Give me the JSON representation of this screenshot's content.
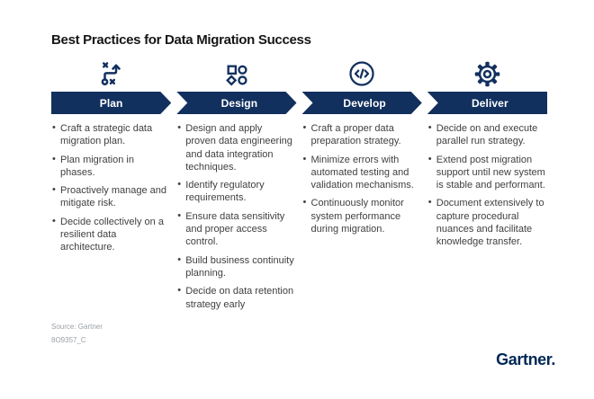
{
  "title": "Best Practices for Data Migration Success",
  "columns": [
    {
      "label": "Plan",
      "icon": "strategy-icon",
      "bullets": [
        "Craft a strategic data migration plan.",
        "Plan migration in phases.",
        "Proactively manage and mitigate risk.",
        "Decide collectively on a resilient data architecture."
      ]
    },
    {
      "label": "Design",
      "icon": "shapes-icon",
      "bullets": [
        "Design and apply proven data engineering and data integration techniques.",
        "Identify regulatory requirements.",
        "Ensure data sensitivity and proper access control.",
        "Build business continuity planning.",
        "Decide on data retention strategy early"
      ]
    },
    {
      "label": "Develop",
      "icon": "code-icon",
      "bullets": [
        "Craft a proper data preparation strategy.",
        "Minimize errors with automated testing and validation mechanisms.",
        "Continuously monitor system performance during migration."
      ]
    },
    {
      "label": "Deliver",
      "icon": "gear-icon",
      "bullets": [
        "Decide on and execute parallel run strategy.",
        "Extend post migration support until new system is stable and performant.",
        "Document extensively to capture procedural nuances and facilitate knowledge transfer."
      ]
    }
  ],
  "footer": {
    "source": "Source: Gartner",
    "doc_id": "8O9357_C",
    "logo": "Gartner."
  },
  "colors": {
    "navy": "#12305e",
    "logo_navy": "#002856",
    "title_text": "#161616",
    "body_text": "#404040",
    "muted_text": "#9aa0a6",
    "background": "#ffffff"
  }
}
